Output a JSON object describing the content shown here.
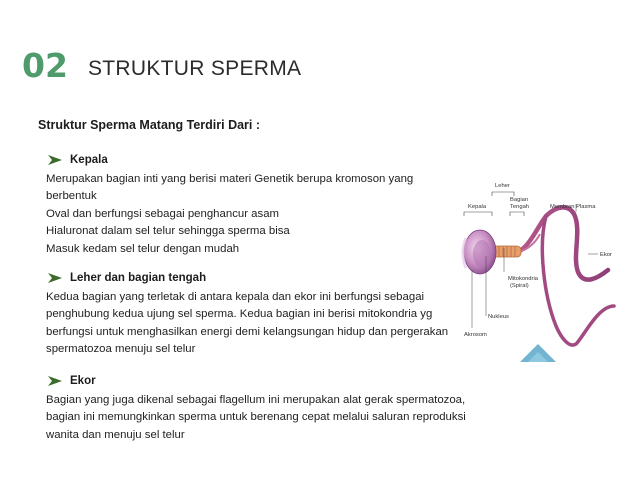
{
  "slide": {
    "number": "02",
    "title": "STRUKTUR SPERMA",
    "subtitle": "Struktur Sperma Matang Terdiri Dari :"
  },
  "sections": [
    {
      "title": "Kepala",
      "body": "Merupakan bagian inti yang berisi  materi  Genetik berupa kromoson yang\nberbentuk\nOval dan berfungsi sebagai penghancur asam\nHialuronat dalam sel telur sehingga sperma bisa\nMasuk kedam sel telur dengan mudah"
    },
    {
      "title": "Leher dan bagian tengah",
      "body": "Kedua bagian yang terletak di antara kepala dan ekor ini berfungsi sebagai\npenghubung kedua ujung sel sperma. Kedua bagian ini berisi mitokondria yg\nberfungsi untuk menghasilkan energi demi kelangsungan hidup dan pergerakan\nspermatozoa menuju sel telur"
    },
    {
      "title": "Ekor",
      "body": "Bagian yang juga dikenal sebagai flagellum ini merupakan alat gerak spermatozoa,\nbagian ini memungkinkan sperma untuk berenang cepat melalui saluran reproduksi\nwanita dan menuju sel telur"
    }
  ],
  "figure": {
    "labels": {
      "leher": "Leher",
      "kepala": "Kepala",
      "bagian_tengah_1": "Bagian",
      "bagian_tengah_2": "Tengah",
      "membran_plasma": "Membran Plasma",
      "ekor": "Ekor",
      "mitokondria_1": "Mitokondria",
      "mitokondria_2": "(Spiral)",
      "nukleus": "Nukleus",
      "akrosom": "Akrosom"
    }
  },
  "colors": {
    "accent_number": "#4f9b6c",
    "bullet_arrow": "#3c6b2c"
  }
}
